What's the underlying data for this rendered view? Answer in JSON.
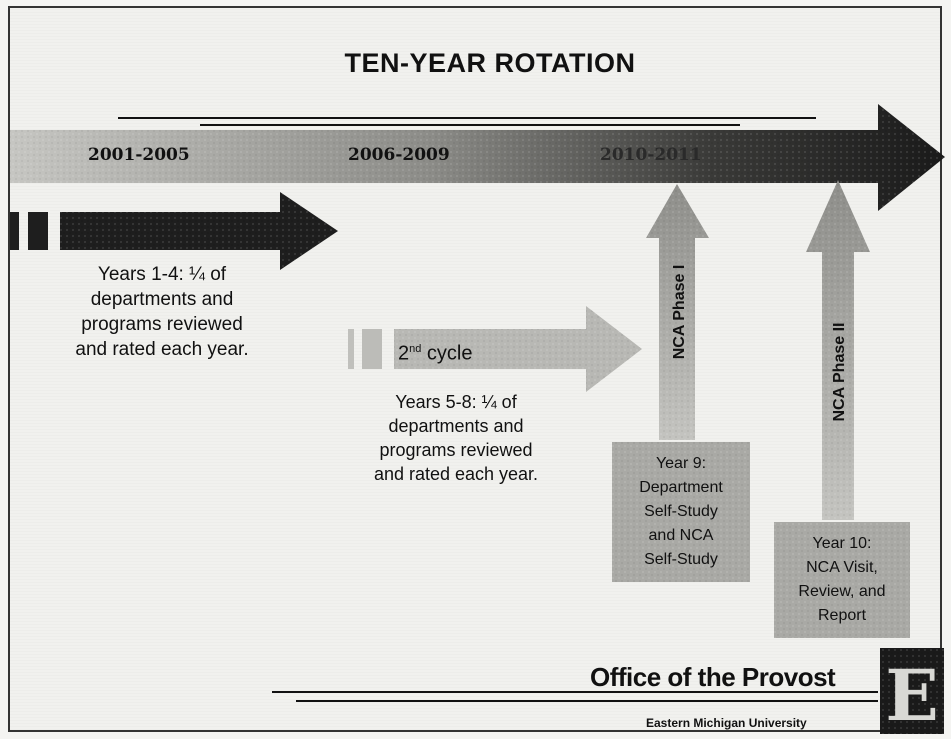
{
  "title": "TEN-YEAR ROTATION",
  "timeline": {
    "label_1": "2001-2005",
    "label_2": "2006-2009",
    "label_3": "2010-2011"
  },
  "cycle1": {
    "text": [
      "Years 1-4: ¼ of",
      "departments and",
      "programs reviewed",
      "and rated each year."
    ]
  },
  "cycle2": {
    "label_base": "2",
    "label_sup": "nd",
    "label_rest": " cycle",
    "text": [
      "Years 5-8: ¼ of",
      "departments and",
      "programs reviewed",
      "and rated each year."
    ]
  },
  "phase1": {
    "arrow_label": "NCA Phase I",
    "box": [
      "Year 9:",
      "Department",
      "Self-Study",
      "and NCA",
      "Self-Study"
    ]
  },
  "phase2": {
    "arrow_label": "NCA Phase II",
    "box": [
      "Year 10:",
      "NCA Visit,",
      "Review, and",
      "Report"
    ]
  },
  "footer": {
    "office": "Office of the Provost",
    "university": "Eastern Michigan University",
    "logo_letter": "E"
  },
  "colors": {
    "ink": "#111111",
    "dark_arrow": "#1e1e1e",
    "light_arrow": "#b8b8b4",
    "box_fill": "#a9a9a5",
    "background": "#f1f1ee"
  }
}
